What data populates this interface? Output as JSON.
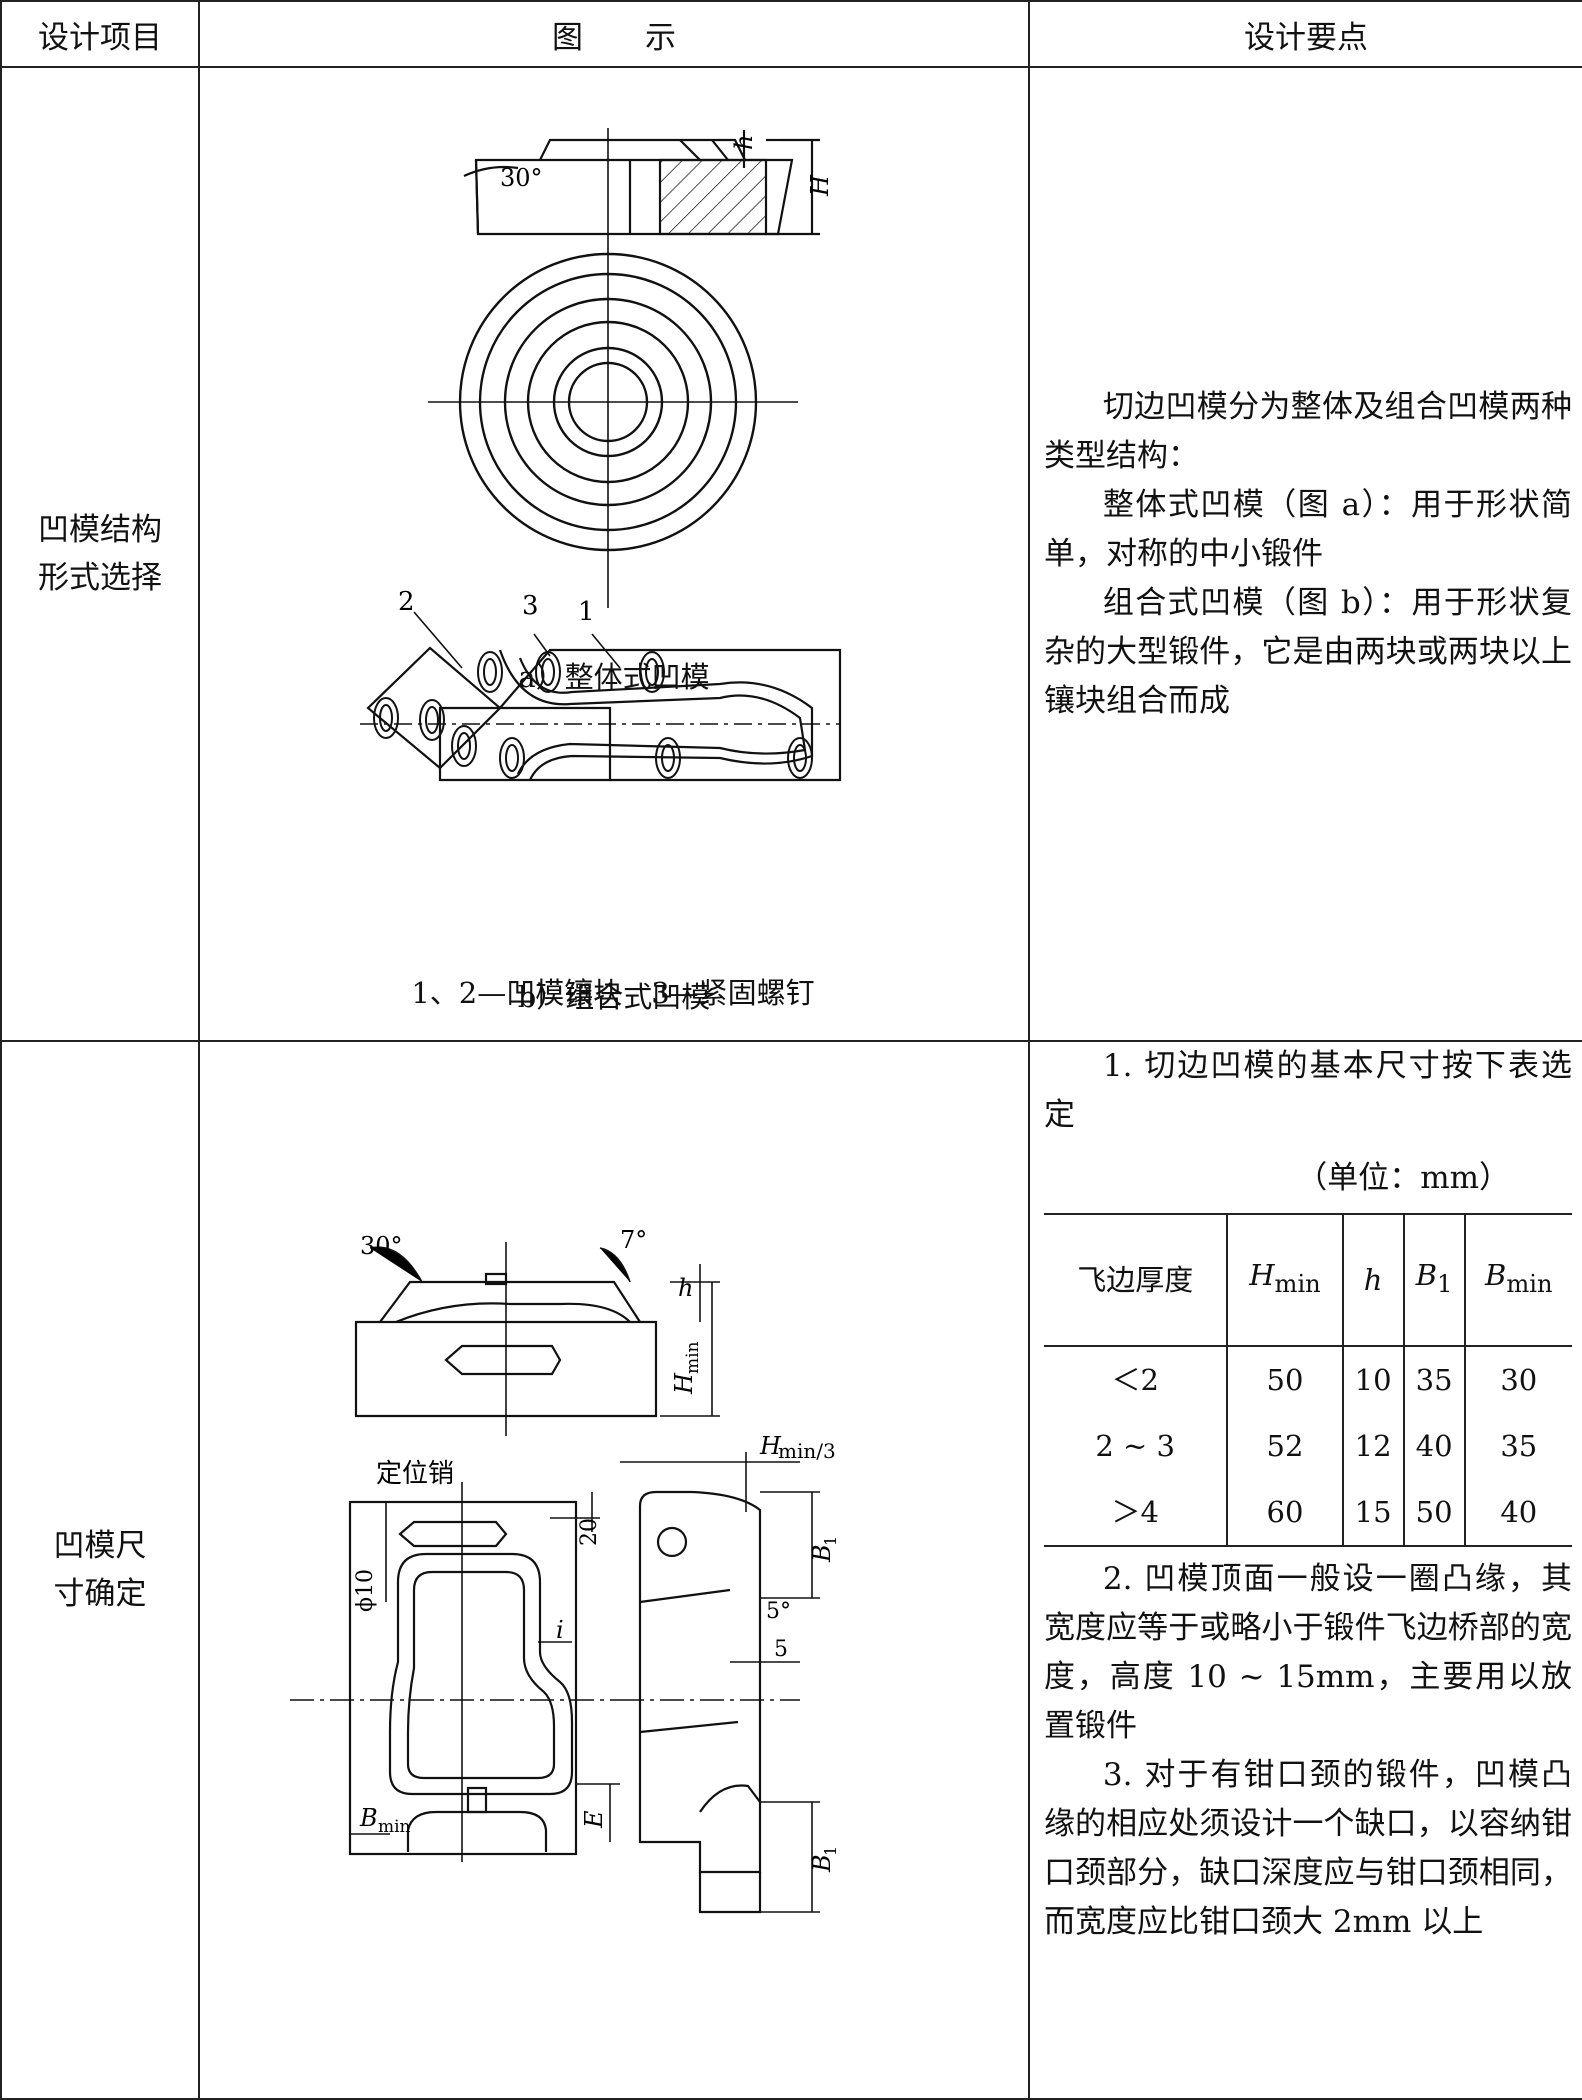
{
  "header": {
    "col1": "设计项目",
    "col2": "图　　示",
    "col3": "设计要点"
  },
  "row1": {
    "item_line1": "凹模结构",
    "item_line2": "形式选择",
    "fig_a": {
      "caption": "a）整体式凹模",
      "angle": "30°",
      "h": "h",
      "H": "H"
    },
    "fig_b": {
      "caption": "b）组合式凹模",
      "legend": "1、2—凹模镶块　3—紧固螺钉",
      "n1": "1",
      "n2": "2",
      "n3": "3"
    },
    "points": [
      "切边凹模分为整体及组合凹模两种类型结构：",
      "整体式凹模（图 a）：用于形状简单，对称的中小锻件",
      "组合式凹模（图 b）：用于形状复杂的大型锻件，它是由两块或两块以上镶块组合而成"
    ]
  },
  "row2": {
    "item_line1": "凹模尺",
    "item_line2": "寸确定",
    "fig": {
      "angle30": "30°",
      "angle7": "7°",
      "angle5": "5°",
      "h": "h",
      "Hmin": "H",
      "Hmin_sub": "min",
      "Hmin3": "H",
      "Hmin3_rest": "min/3",
      "pin": "定位销",
      "d20": "20",
      "phi10": "ϕ10",
      "i": "i",
      "five": "5",
      "B1": "B",
      "B1_sub": "1",
      "E": "E",
      "Bmin": "B",
      "Bmin_sub": "min"
    },
    "point1": "1. 切边凹模的基本尺寸按下表选定",
    "unit": "（单位：mm）",
    "table": {
      "headers": [
        "飞边厚度",
        "H",
        "h",
        "B",
        "B"
      ],
      "header_subs": [
        "",
        "min",
        "",
        "1",
        "min"
      ],
      "rows": [
        [
          "＜2",
          "50",
          "10",
          "35",
          "30"
        ],
        [
          "2 ~ 3",
          "52",
          "12",
          "40",
          "35"
        ],
        [
          "＞4",
          "60",
          "15",
          "50",
          "40"
        ]
      ]
    },
    "point2": "2. 凹模顶面一般设一圈凸缘，其宽度应等于或略小于锻件飞边桥部的宽度，高度 10 ~ 15mm，主要用以放置锻件",
    "point3": "3. 对于有钳口颈的锻件，凹模凸缘的相应处须设计一个缺口，以容纳钳口颈部分，缺口深度应与钳口颈相同，而宽度应比钳口颈大 2mm 以上"
  }
}
